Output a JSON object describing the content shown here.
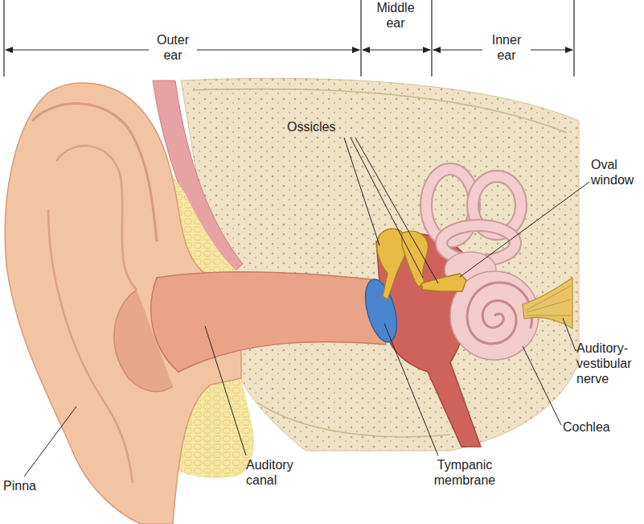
{
  "diagram": {
    "labels": [
      "Outer ear",
      "Middle ear",
      "Inner ear",
      "Ossicles",
      "Oval window",
      "Auditory- vestibular nerve",
      "Cochlea",
      "Pinna",
      "Auditory canal",
      "Tympanic membrane"
    ]
  }
}
